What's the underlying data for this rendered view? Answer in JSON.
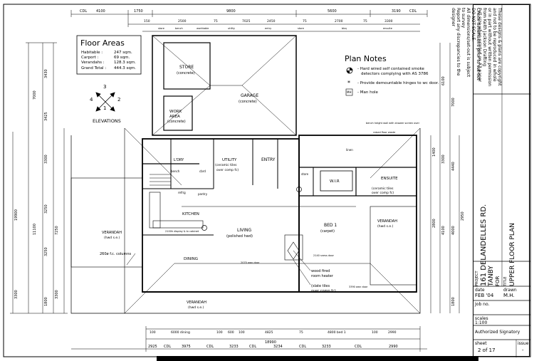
{
  "floor_areas": {
    "title": "Floor Areas",
    "rows": [
      {
        "label": "Habitable :",
        "value": "247 sqm."
      },
      {
        "label": "Carport :",
        "value": "69 sqm."
      },
      {
        "label": "Verandahs :",
        "value": "128.3 sqm."
      },
      {
        "label": "Grand Total :",
        "value": "444.3 sqm."
      }
    ]
  },
  "elevations": {
    "label": "ELEVATIONS",
    "n1": "1",
    "n2": "2",
    "n3": "3",
    "n4": "4"
  },
  "plan_notes": {
    "title": "Plan Notes",
    "note1a": "- Hard wired self contained smoke",
    "note1b": "detectors complying with AS 3786",
    "note2": "- Provide demountable hinges to wc door.",
    "note3": "- Man hole",
    "mh": "MH"
  },
  "rooms": {
    "store": "STORE",
    "store_sub": "(concrete)",
    "work_area_1": "WORK",
    "work_area_2": "AREA",
    "work_sub": "(concrete)",
    "garage": "GARAGE",
    "garage_sub": "(concrete)",
    "utility": "UTILITY",
    "utility_sub1": "(ceramic tiles",
    "utility_sub2": "over comp fc)",
    "entry": "ENTRY",
    "ldry": "L'DRY",
    "kitchen": "KITCHEN",
    "pantry": "pantry",
    "refrig": "refrig",
    "verandah_w": "VERANDAH",
    "verandah_w_sub": "(hwd s.e.)",
    "columns_note": "260ø f.c. columns",
    "living": "LIVING",
    "living_sub": "(polished hwd)",
    "dining": "DINING",
    "bed1": "BED 1",
    "bed1_sub": "(carpet)",
    "wir": "W.I.R",
    "ensuite": "ENSUITE",
    "ensuite_sub1": "(ceramic tiles",
    "ensuite_sub2": "over comp fc)",
    "verandah_e": "VERANDAH",
    "verandah_e_sub": "(hwd s.e.)",
    "verandah_s": "VERANDAH",
    "verandah_s_sub": "(hwd s.e.)",
    "heater1": "wood fired",
    "heater2": "room heater",
    "slate1": "(slate tiles",
    "slate2": "over comp fc)",
    "store_small": "store",
    "bench": "bench",
    "cbrd": "cbrd",
    "linen": "linen",
    "tiles_note": "bench height wall with shower screen over",
    "robe_note": "raised floor waste",
    "cabinet_note": "2100h display & tv cabinet",
    "nosing": "2140 sness door",
    "awn1": "2070 awn door",
    "awn2": "3390 awn door"
  },
  "dims_top_outer": {
    "cdl1": "CDL",
    "d1": "4100",
    "d2": "1750",
    "d3": "9800",
    "d4": "5600",
    "d5": "3190",
    "cdl2": "CDL"
  },
  "dims_top_inner": [
    "150",
    "2500",
    "75",
    "7025",
    "2450",
    "75",
    "2700",
    "75",
    "3300"
  ],
  "dims_top_labels": [
    "store",
    "bench",
    "worktable",
    "utility",
    "entry",
    "store",
    "bbq",
    "ensuite"
  ],
  "dims_bottom_inner": [
    "100",
    "6000 dining",
    "100",
    "600",
    "100",
    "4825",
    "75",
    "4800 bed 1",
    "100",
    "2990"
  ],
  "dims_bottom_outer": [
    "2925",
    "CDL",
    "3975",
    "CDL",
    "3233",
    "CDL",
    "3234",
    "CDL",
    "3233",
    "CDL",
    "2990"
  ],
  "dims_overall": "18990",
  "dims_left": [
    "3430",
    "7000",
    "3425",
    "3300",
    "19900",
    "3250",
    "11100",
    "7250",
    "3250",
    "3300",
    "1800",
    "3300"
  ],
  "dims_right": [
    "1400",
    "3300",
    "4440",
    "2800",
    "4100",
    "4000",
    "2950",
    "1800",
    "7000",
    "6100"
  ],
  "title_block": {
    "notes": [
      "Check dimensions prior to set-out",
      "DO NOT SCALE.",
      "All dimensions/set-out is subject",
      "to survey",
      "Report any discrepancies to the",
      "designer",
      "These designs & plans are copyright",
      "and not to be reproduced in whole",
      "or in part without written permission",
      "from Keith Jackson Drafting",
      "Full size when printed on A3 paper"
    ],
    "project_label": "PROJECT",
    "project1": "161 DELANDELLES RD.",
    "project2": "TANBY",
    "project3": "FOR",
    "title_label": "TITLE",
    "title": "UPPER FLOOR PLAN",
    "date_label": "date",
    "date": "FEB '04",
    "drawn_label": "drawn",
    "drawn": "M.H.",
    "job_label": "Job no.",
    "scale_label": "scales",
    "scale": "1:100",
    "sig_label": "Authorized Signatory",
    "sheet_label": "sheet",
    "sheet": "2 of 17",
    "issue_label": "issue",
    "issue": "-"
  }
}
